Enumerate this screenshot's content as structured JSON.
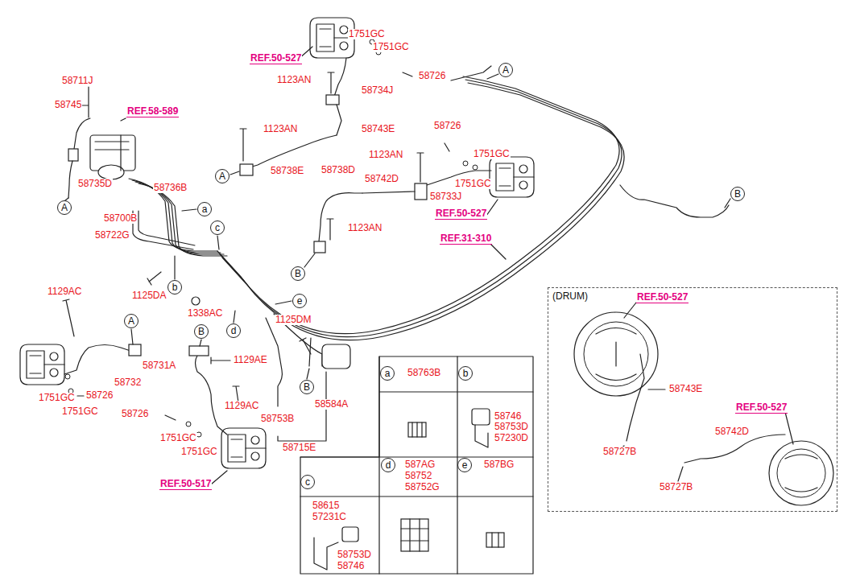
{
  "diagram": {
    "nodes": [
      {
        "text": [
          "A"
        ]
      },
      {
        "text": [
          "A"
        ]
      },
      {
        "text": [
          "B"
        ]
      },
      {
        "text": [
          "A"
        ]
      },
      {
        "text": [
          "a"
        ]
      },
      {
        "text": [
          "c"
        ]
      },
      {
        "text": [
          "B"
        ]
      },
      {
        "text": [
          "b"
        ]
      },
      {
        "text": [
          "e"
        ]
      },
      {
        "text": [
          "A"
        ]
      },
      {
        "text": [
          "d"
        ]
      },
      {
        "text": [
          "B"
        ]
      },
      {
        "text": [
          "a"
        ]
      },
      {
        "text": [
          "b"
        ]
      },
      {
        "text": [
          "B"
        ]
      },
      {
        "text": [
          "d"
        ]
      },
      {
        "text": [
          "e"
        ]
      },
      {
        "text": [
          "c"
        ]
      },
      {
        "text": [
          "(DRUM)"
        ]
      }
    ],
    "labels": [
      "1751GC",
      "1751GC",
      "REF.50-527",
      "58726",
      "1123AN",
      "58734J",
      "58711J",
      "58745",
      "REF.58-589",
      "1123AN",
      "58743E",
      "58726",
      "1123AN",
      "1751GC",
      "58738D",
      "58738E",
      "58742D",
      "58735D",
      "58736B",
      "1751GC",
      "58733J",
      "REF.50-527",
      "58700B",
      "58722G",
      "1123AN",
      "REF.31-310",
      "1125DA",
      "1338AC",
      "1129AC",
      "1125DM",
      "58731A",
      "1129AE",
      "58732",
      "1751GC",
      "58726",
      "1751GC",
      "1129AC",
      "58584A",
      "58726",
      "58753B",
      "1751GC",
      "1751GC",
      "58715E",
      "REF.50-517",
      "58763B",
      "58746",
      "58753D",
      "57230D",
      "587AG",
      "58752",
      "58752G",
      "587BG",
      "58615",
      "57231C",
      "58753D",
      "58746",
      "REF.50-527",
      "58743E",
      "58727B",
      "REF.50-527",
      "58742D",
      "58727B"
    ]
  }
}
